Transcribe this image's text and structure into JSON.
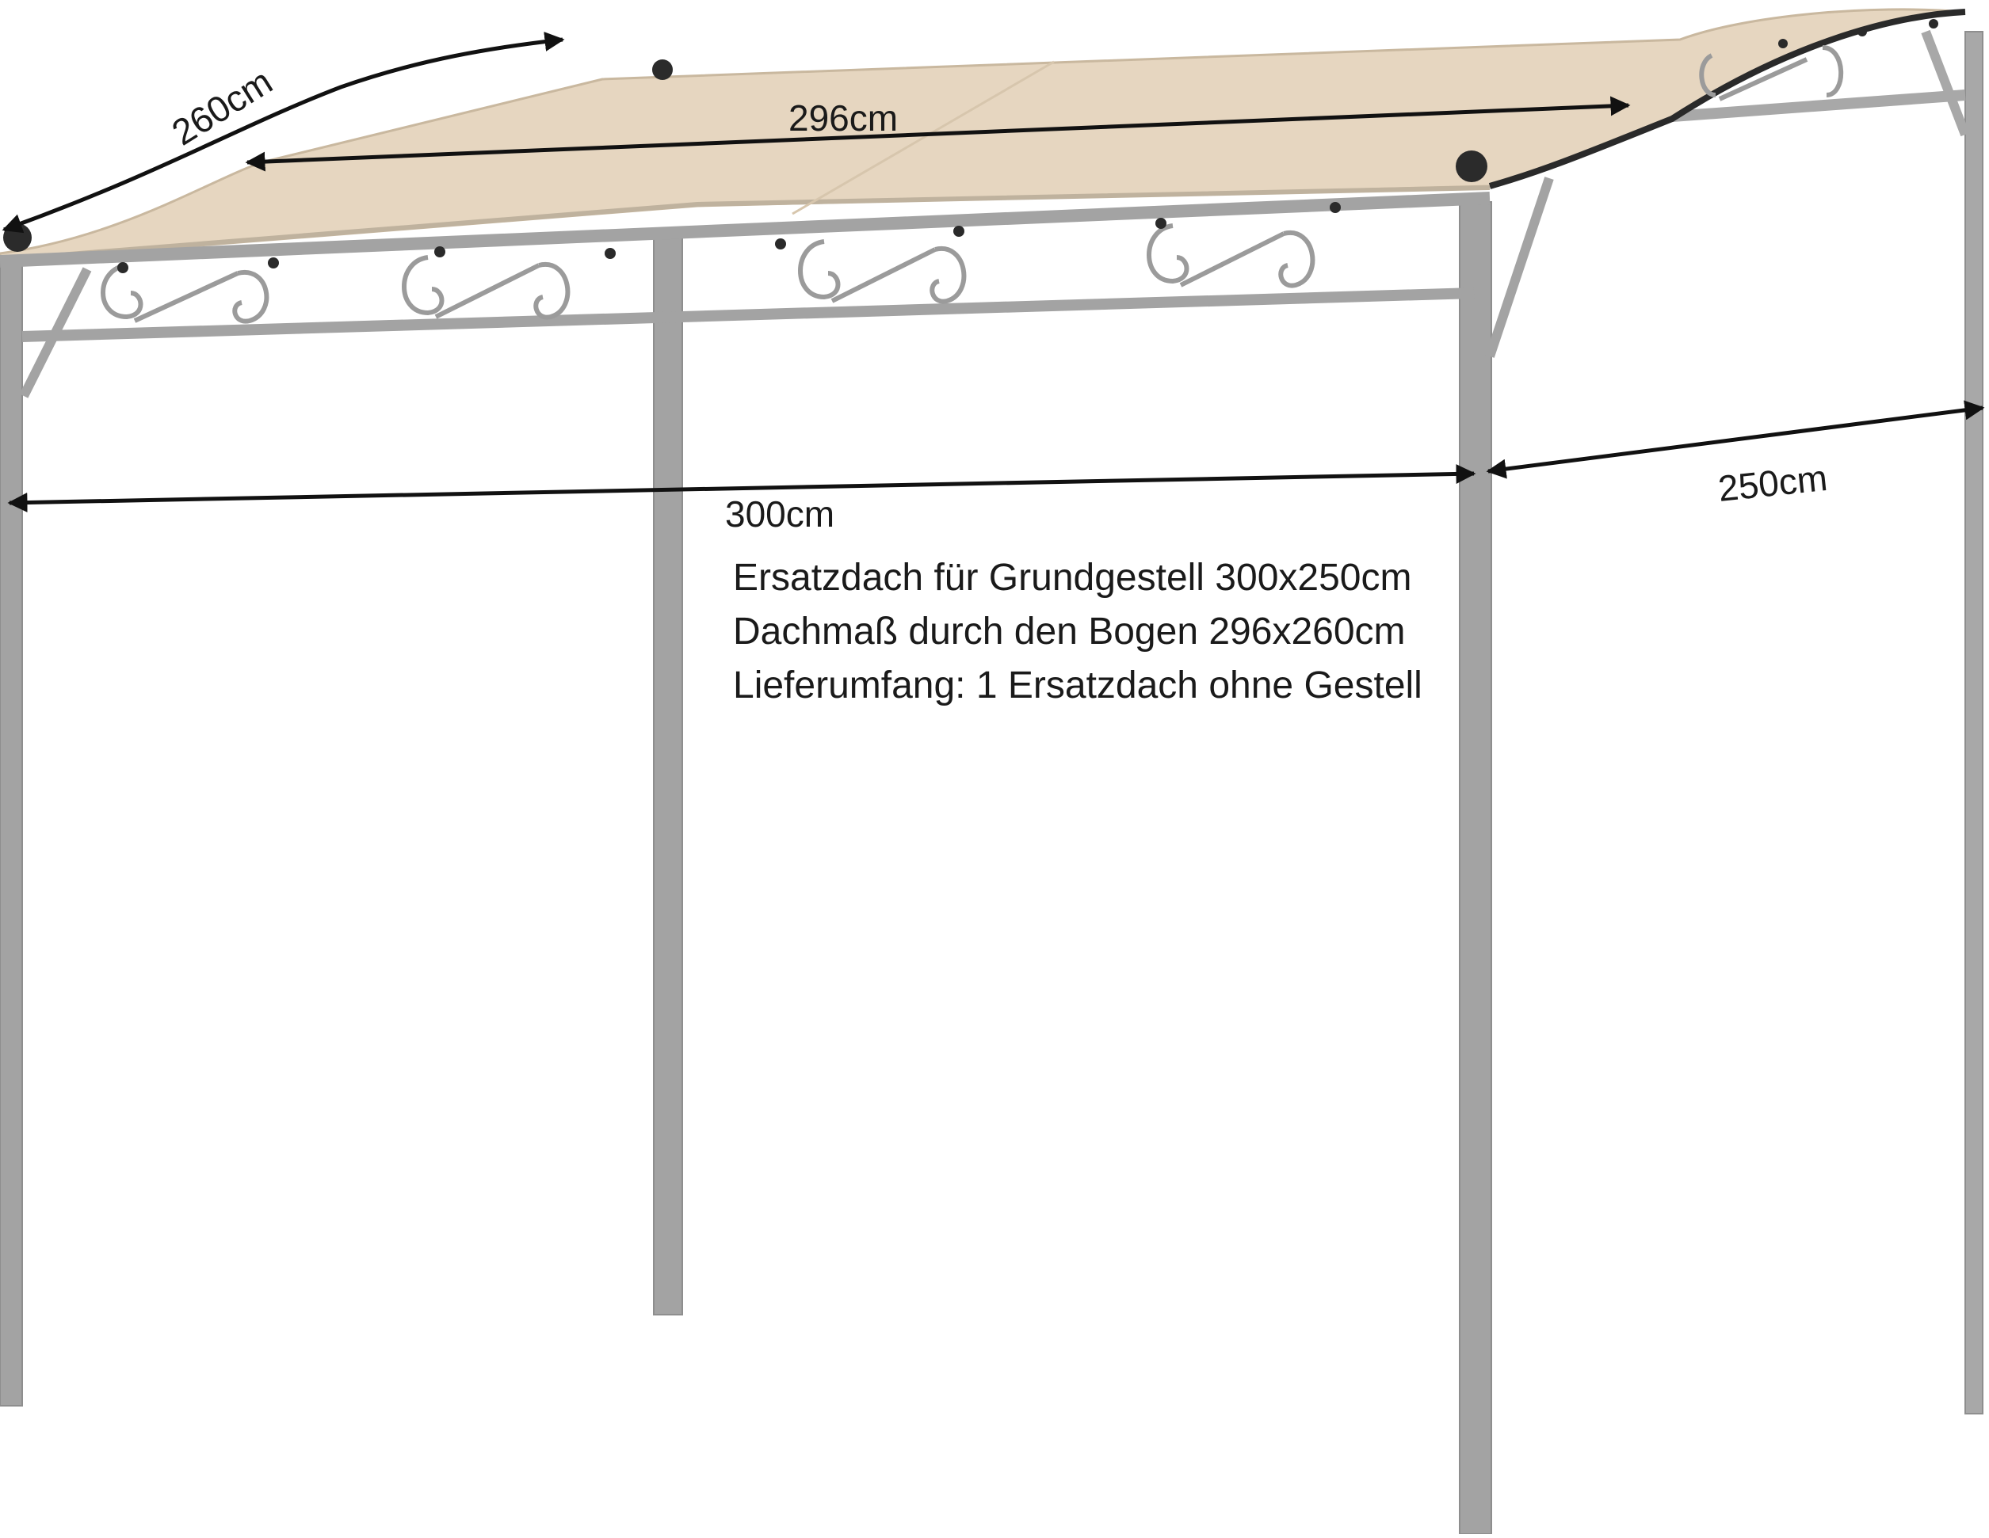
{
  "dimensions": {
    "roof_depth": "260cm",
    "roof_width": "296cm",
    "frame_width": "300cm",
    "frame_depth": "250cm"
  },
  "specs": [
    "Ersatzdach für Grundgestell 300x250cm",
    "Dachmaß durch den Bogen 296x260cm",
    "Lieferumfang: 1 Ersatzdach ohne Gestell"
  ],
  "colors": {
    "canopy": "#e6d6c0",
    "frame": "#a3a3a3",
    "frame_dark": "#8e8e8e",
    "arrows": "#111111"
  }
}
